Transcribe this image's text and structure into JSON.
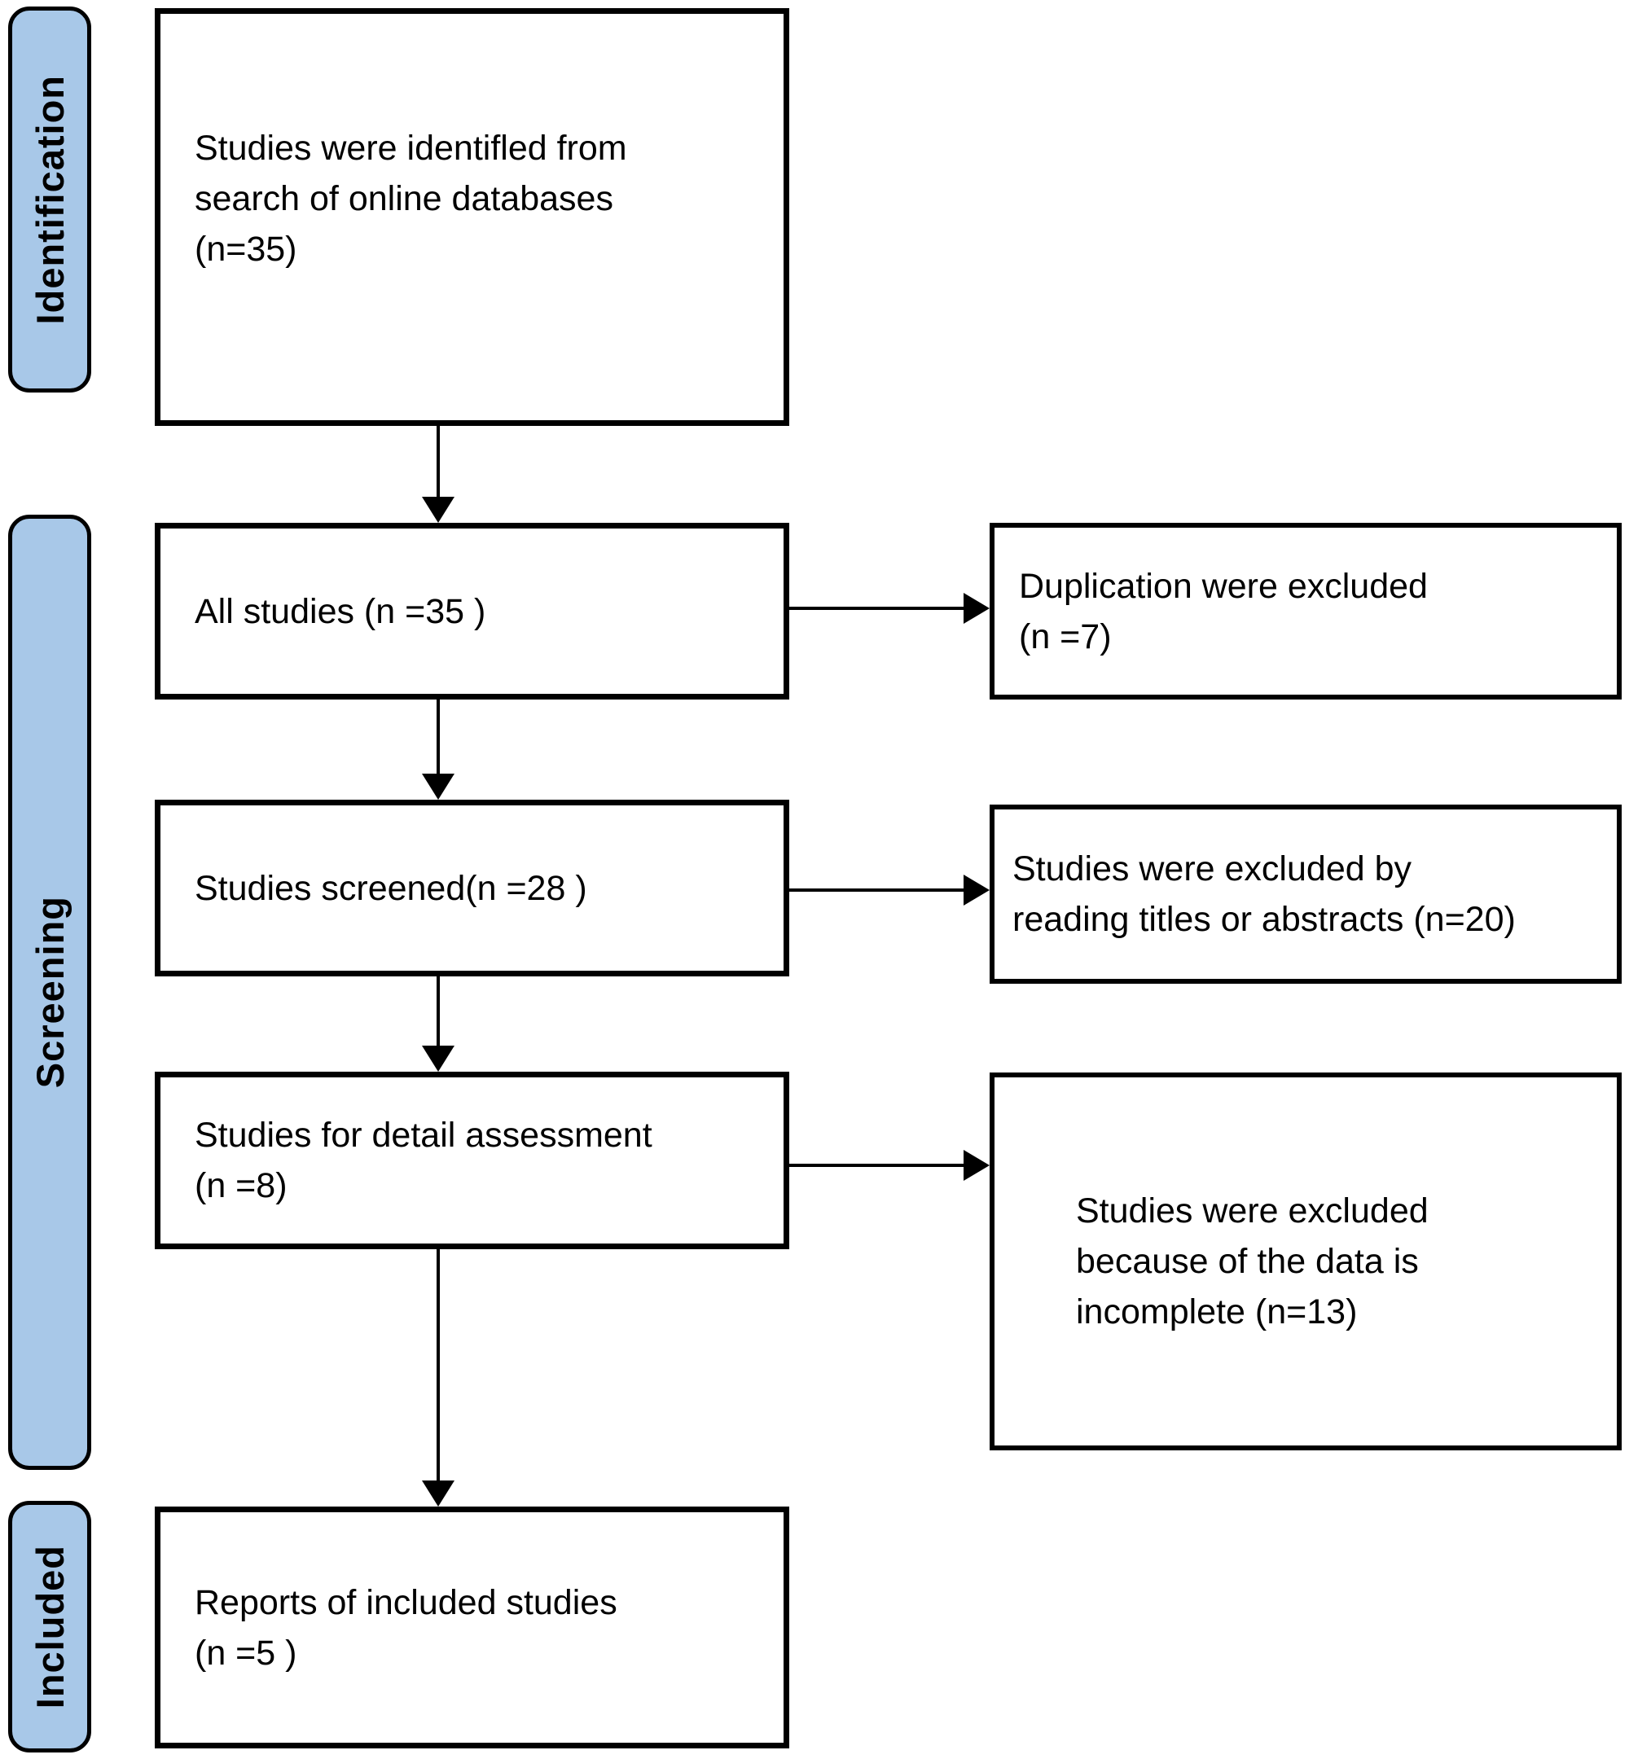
{
  "diagram": {
    "type": "prisma-flow",
    "stages": {
      "identification": "Identification",
      "screening": "Screening",
      "included": "Included"
    },
    "boxes": {
      "identified": "Studies were identifled from\nsearch of online databases\n(n=35)",
      "all_studies": "All studies (n =35 )",
      "screened": "Studies screened(n =28 )",
      "detail_assessment": "Studies for detail assessment\n(n =8)",
      "included_reports": "Reports of included studies\n(n =5 )",
      "excluded_duplication": "Duplication were excluded\n(n =7)",
      "excluded_titles_abstracts": "Studies were excluded by\nreading titles or abstracts (n=20)",
      "excluded_incomplete": "Studies were excluded\nbecause of the data is\nincomplete (n=13)"
    },
    "colors": {
      "stage_fill": "#a8c8e8",
      "line": "#000000",
      "box_fill": "#ffffff",
      "background": "#ffffff"
    }
  }
}
